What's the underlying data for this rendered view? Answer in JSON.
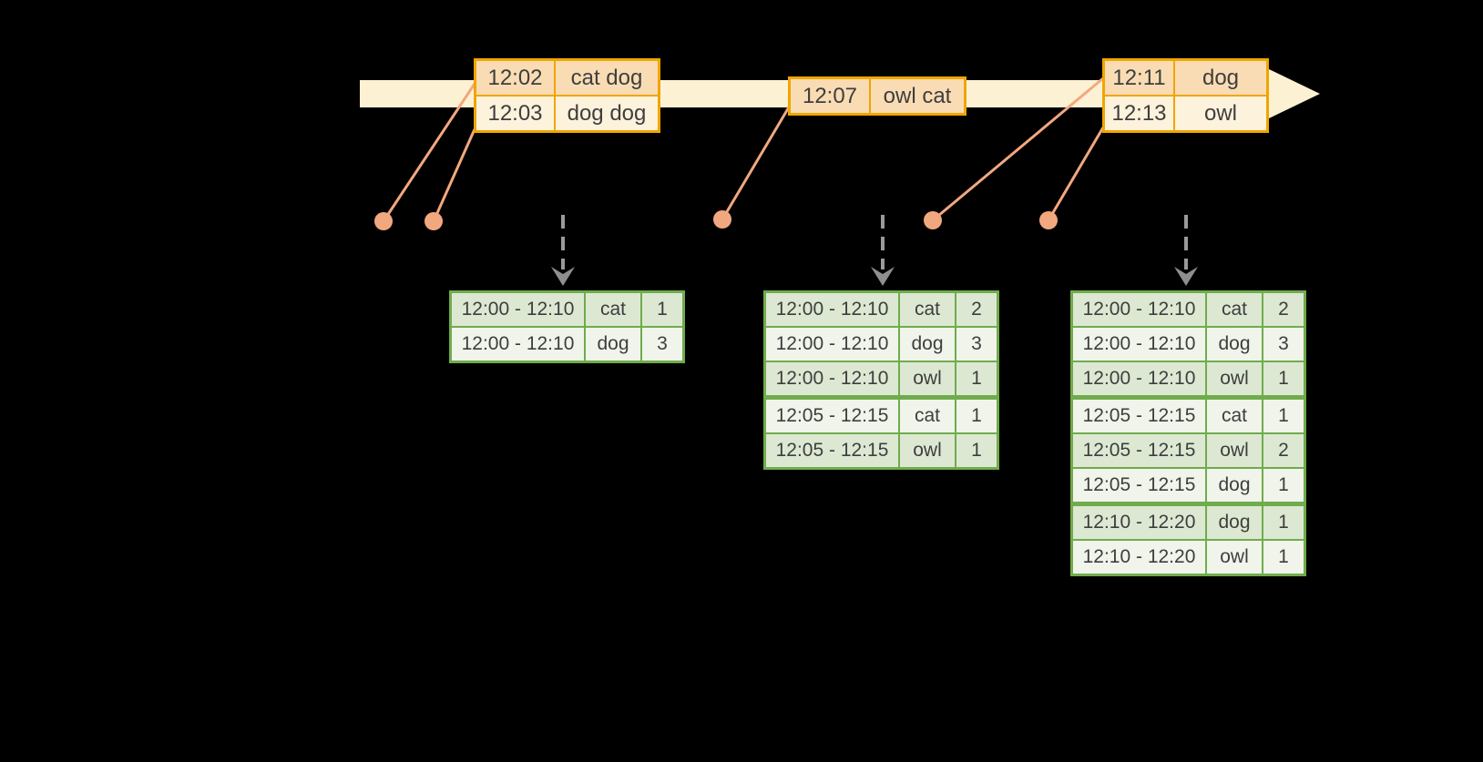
{
  "colors": {
    "background": "#000000",
    "timeline": "#FCF2D3",
    "batch_border": "#F0A500",
    "batch_row_peach": "#FADCB4",
    "batch_row_cream": "#FDF2DC",
    "event_marker": "#F2A87E",
    "result_border": "#6FAC4C",
    "result_row_dark": "#DDE8D3",
    "result_row_light": "#F0F4EB",
    "trigger_arrow_gray": "#9A9A9A",
    "text": "#3E3E3E"
  },
  "event_batches": [
    {
      "rows": [
        {
          "time": "12:02",
          "words": "cat dog"
        },
        {
          "time": "12:03",
          "words": "dog dog"
        }
      ]
    },
    {
      "rows": [
        {
          "time": "12:07",
          "words": "owl cat"
        }
      ]
    },
    {
      "rows": [
        {
          "time": "12:11",
          "words": "dog"
        },
        {
          "time": "12:13",
          "words": "owl"
        }
      ]
    }
  ],
  "result_tables": [
    {
      "rows": [
        {
          "window": "12:00 - 12:10",
          "word": "cat",
          "count": "1"
        },
        {
          "window": "12:00 - 12:10",
          "word": "dog",
          "count": "3"
        }
      ]
    },
    {
      "rows": [
        {
          "window": "12:00 - 12:10",
          "word": "cat",
          "count": "2"
        },
        {
          "window": "12:00 - 12:10",
          "word": "dog",
          "count": "3"
        },
        {
          "window": "12:00 - 12:10",
          "word": "owl",
          "count": "1"
        },
        {
          "window": "12:05 - 12:15",
          "word": "cat",
          "count": "1"
        },
        {
          "window": "12:05 - 12:15",
          "word": "owl",
          "count": "1"
        }
      ]
    },
    {
      "rows": [
        {
          "window": "12:00 - 12:10",
          "word": "cat",
          "count": "2"
        },
        {
          "window": "12:00 - 12:10",
          "word": "dog",
          "count": "3"
        },
        {
          "window": "12:00 - 12:10",
          "word": "owl",
          "count": "1"
        },
        {
          "window": "12:05 - 12:15",
          "word": "cat",
          "count": "1"
        },
        {
          "window": "12:05 - 12:15",
          "word": "owl",
          "count": "2"
        },
        {
          "window": "12:05 - 12:15",
          "word": "dog",
          "count": "1"
        },
        {
          "window": "12:10 - 12:20",
          "word": "dog",
          "count": "1"
        },
        {
          "window": "12:10 - 12:20",
          "word": "owl",
          "count": "1"
        }
      ]
    }
  ]
}
